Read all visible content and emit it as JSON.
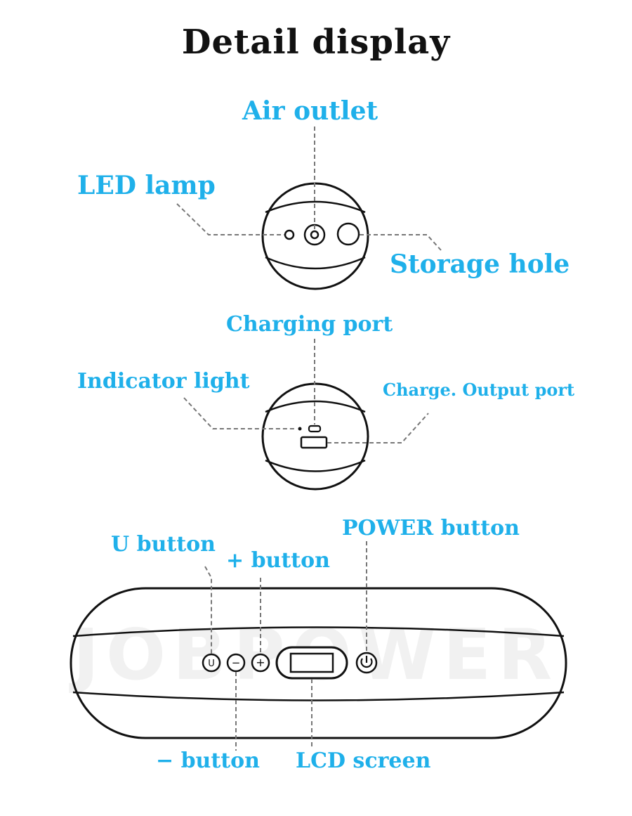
{
  "title": "Detail display",
  "watermark": "JOBPOWER",
  "accent_color": "#1fb0ea",
  "labels": {
    "air_outlet": "Air outlet",
    "led_lamp": "LED lamp",
    "storage_hole": "Storage hole",
    "charging_port": "Charging port",
    "indicator_light": "Indicator light",
    "charge_output_port": "Charge. Output port",
    "u_button": "U button",
    "plus_button": "+ button",
    "power_button": "POWER button",
    "minus_button": "− button",
    "lcd_screen": "LCD screen"
  },
  "button_glyphs": {
    "u": "U",
    "minus": "−",
    "plus": "+"
  }
}
